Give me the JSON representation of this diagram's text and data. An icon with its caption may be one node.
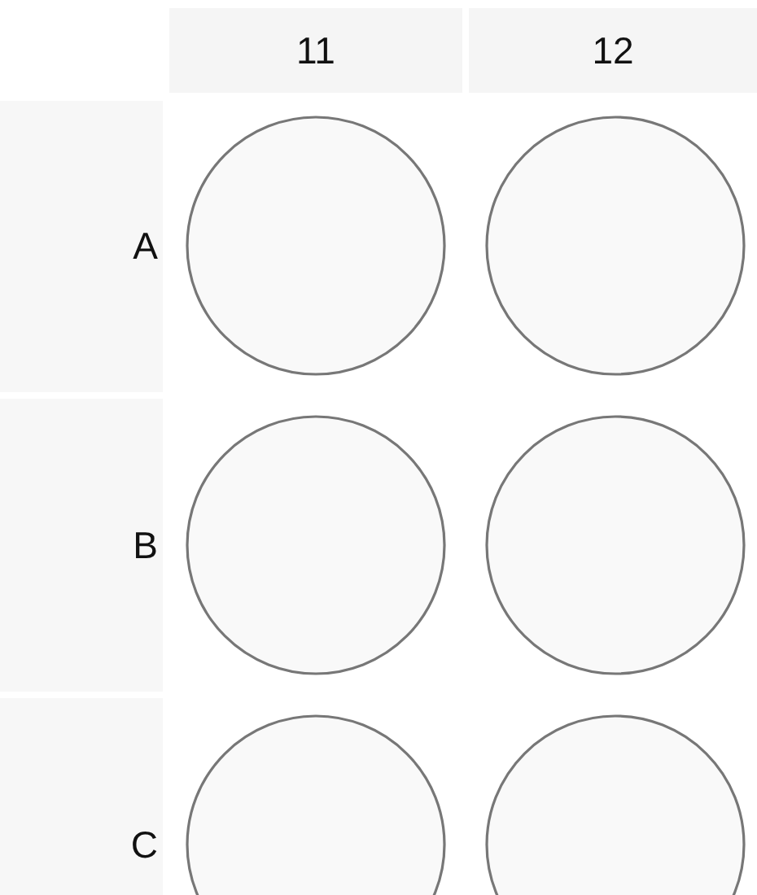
{
  "diagram": {
    "nodes": [
      {
        "text": [
          "11"
        ]
      },
      {
        "text": [
          "12"
        ]
      },
      {
        "text": [
          "A"
        ]
      },
      {
        "text": [],
        "shape": "circle"
      },
      {
        "text": [],
        "shape": "circle"
      },
      {
        "text": [
          "B"
        ]
      },
      {
        "text": [],
        "shape": "circle"
      },
      {
        "text": [],
        "shape": "circle"
      },
      {
        "text": [
          "C"
        ]
      },
      {
        "text": [],
        "shape": "circle"
      },
      {
        "text": [],
        "shape": "circle"
      }
    ]
  }
}
